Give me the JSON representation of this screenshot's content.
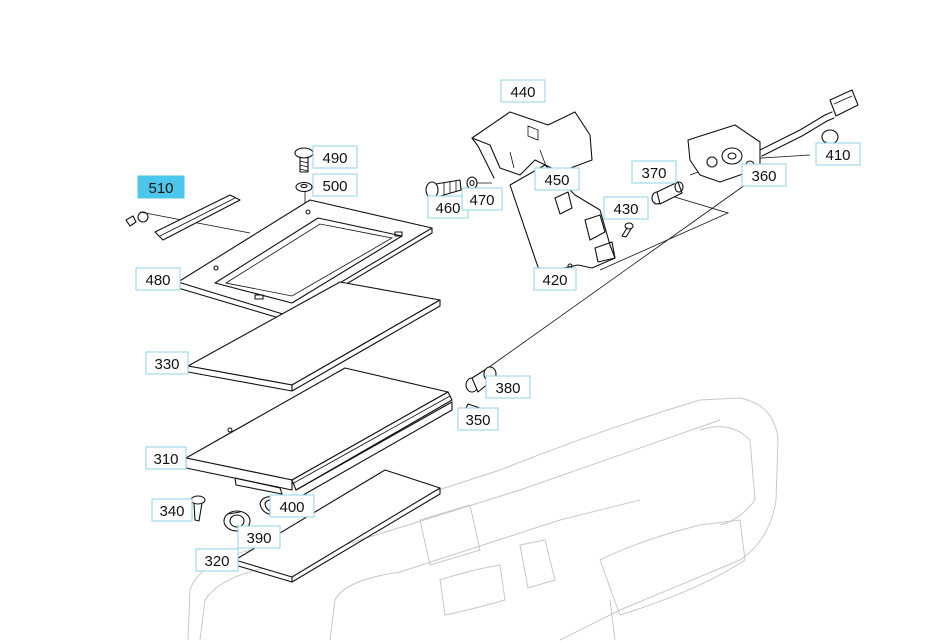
{
  "diagram": {
    "selected_part": "510",
    "callouts": [
      {
        "id": "510",
        "text": "510"
      },
      {
        "id": "480",
        "text": "480"
      },
      {
        "id": "490",
        "text": "490"
      },
      {
        "id": "500",
        "text": "500"
      },
      {
        "id": "440",
        "text": "440"
      },
      {
        "id": "450",
        "text": "450"
      },
      {
        "id": "460",
        "text": "460"
      },
      {
        "id": "470",
        "text": "470"
      },
      {
        "id": "430",
        "text": "430"
      },
      {
        "id": "420",
        "text": "420"
      },
      {
        "id": "370",
        "text": "370"
      },
      {
        "id": "360",
        "text": "360"
      },
      {
        "id": "410",
        "text": "410"
      },
      {
        "id": "330",
        "text": "330"
      },
      {
        "id": "380",
        "text": "380"
      },
      {
        "id": "350",
        "text": "350"
      },
      {
        "id": "310",
        "text": "310"
      },
      {
        "id": "340",
        "text": "340"
      },
      {
        "id": "400",
        "text": "400"
      },
      {
        "id": "390",
        "text": "390"
      },
      {
        "id": "320",
        "text": "320"
      }
    ]
  }
}
